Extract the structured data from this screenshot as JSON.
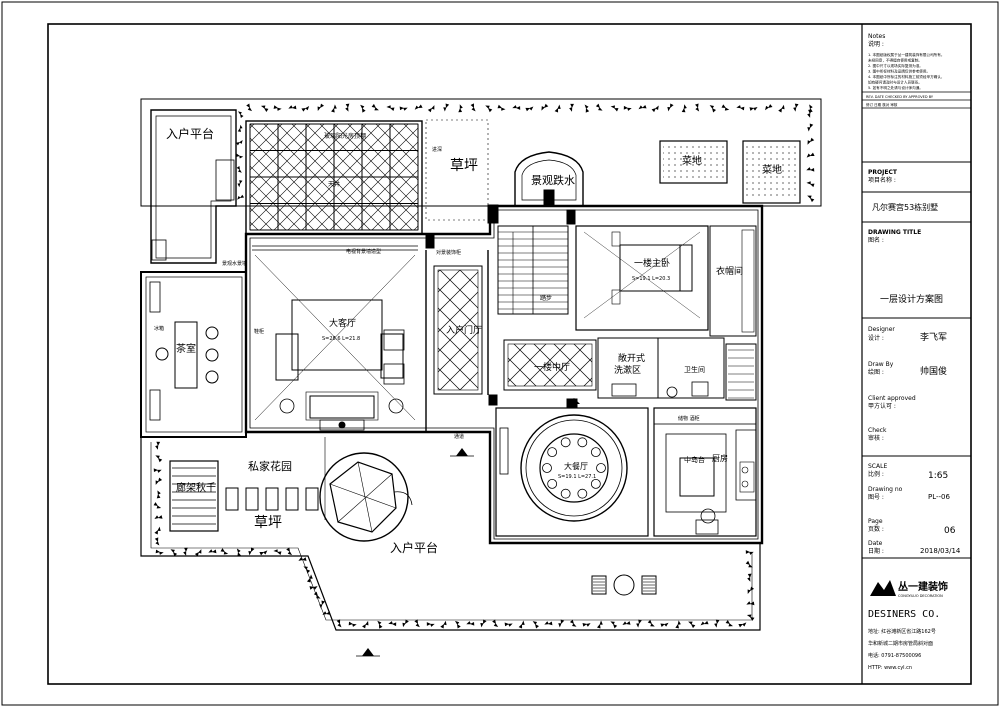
{
  "rooms": {
    "entry_platform_top": "入户平台",
    "lawn_top": "草坪",
    "waterfall": "景观跌水",
    "veg_plot_1": "菜地",
    "veg_plot_2": "菜地",
    "tea_room": "茶室",
    "living_room": "大客厅",
    "living_area_note": "S=28.6 L=21.8",
    "entry_hall": "入户门厅",
    "stair_label": "踏步",
    "mid_hall": "一楼中厅",
    "master_bedroom": "一楼主卧",
    "master_note": "S=19.1 L=20.3",
    "closet": "衣帽间",
    "open_wash": "敞开式\n洗漱区",
    "bathroom": "卫生间",
    "dining_room": "大餐厅",
    "dining_note": "S=19.1 L=27.1",
    "kitchen": "厨房",
    "island": "中岛台",
    "private_garden": "私家花园",
    "swing_rack": "廊架秋千",
    "lawn_bottom": "草坪",
    "entry_platform_bottom": "入户平台",
    "glass_room_note_1": "玻璃阳光房",
    "glass_room_note_2": "顶棚",
    "sun_note": "天井",
    "tv_wall_note": "电视背景墙造型",
    "small_note_1": "对景装饰柜",
    "small_note_2": "景观水景墙",
    "small_note_3": "鞋柜",
    "small_note_4": "冰箱",
    "small_note_5": "储物 酒柜",
    "small_note_6": "进深",
    "small_note_7": "通道"
  },
  "title_block": {
    "notes_en": "Notes",
    "notes_cn": "说明 :",
    "notes_lines": [
      "1.  本图纸版权属于丛一建筑装饰有限公司所有。",
      "     未经同意，不得擅自使用或复制。",
      "2.  图中尺寸以现场实际复测为准。",
      "3.  图中所标材料及品牌仅供参考使用。",
      "4.  本图纸中所标注的材料施工前须经甲方确认，",
      "     如有疑问请及时与设计人员联系。",
      "5.  如有不明之处请与设计师沟通。"
    ],
    "rev_header": "REV.  DATE  CHECKED BY  APPROVED BY",
    "rev_header_cn": "修订    日期        核对        审核",
    "project_en": "PROJECT",
    "project_cn": "项目名称 :",
    "project_name": "凡尔赛宫53栋别墅",
    "drawing_title_en": "DRAWING TITLE",
    "drawing_title_cn": "图名 :",
    "drawing_title": "一层设计方案图",
    "designer_en": "Designer",
    "designer_cn": "设计 :",
    "designer": "李飞军",
    "draw_by_en": "Draw By",
    "draw_by_cn": "绘图 :",
    "draw_by": "帅国俊",
    "client_en": "Client approved",
    "client_cn": "甲方认可 :",
    "check_en": "Check",
    "check_cn": "审核 :",
    "scale_en": "SCALE",
    "scale_cn": "比例 :",
    "scale": "1:65",
    "drawing_no_en": "Drawing  no",
    "drawing_no_cn": "图号 :",
    "drawing_no": "PL--06",
    "page_en": "Page",
    "page_cn": "页数 :",
    "page": "06",
    "date_en": "Date",
    "date_cn": "日期 :",
    "date": "2018/03/14",
    "logo_cn": "丛一建装饰",
    "logo_en": "CONGYILUO DECORATION",
    "company": "DESINERS  CO.",
    "address": "地址: 红谷滩新区省江路162号",
    "address2": "华和新城二期市房管局斜对面",
    "tel": "电话: 0791-87500096",
    "http": "HTTP: www.cyl.cn"
  }
}
